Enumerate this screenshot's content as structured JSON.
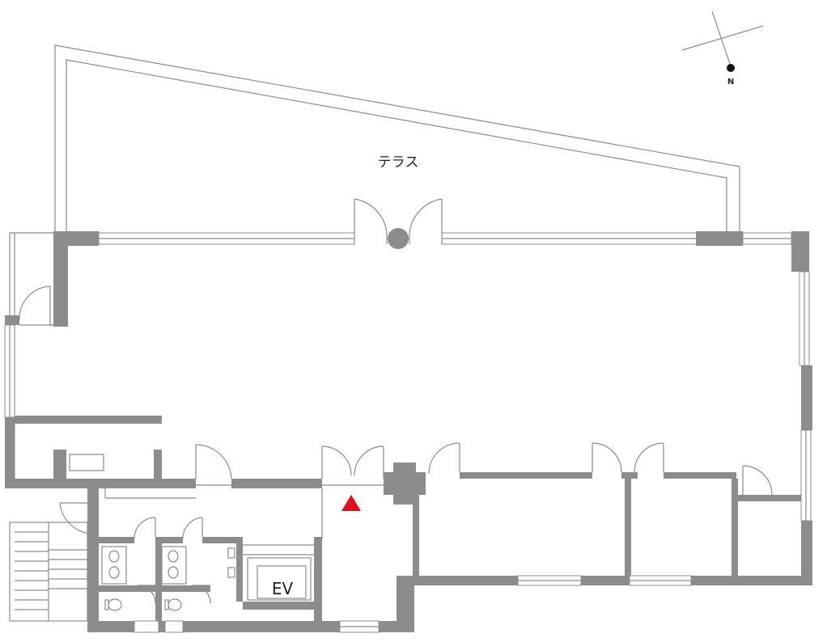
{
  "plan": {
    "terrace_label": "テラス",
    "elevator_label": "EV",
    "north_label": "N",
    "colors": {
      "wall": "#8c8c8c",
      "entrance_marker": "#d9121e",
      "background": "#ffffff"
    }
  }
}
